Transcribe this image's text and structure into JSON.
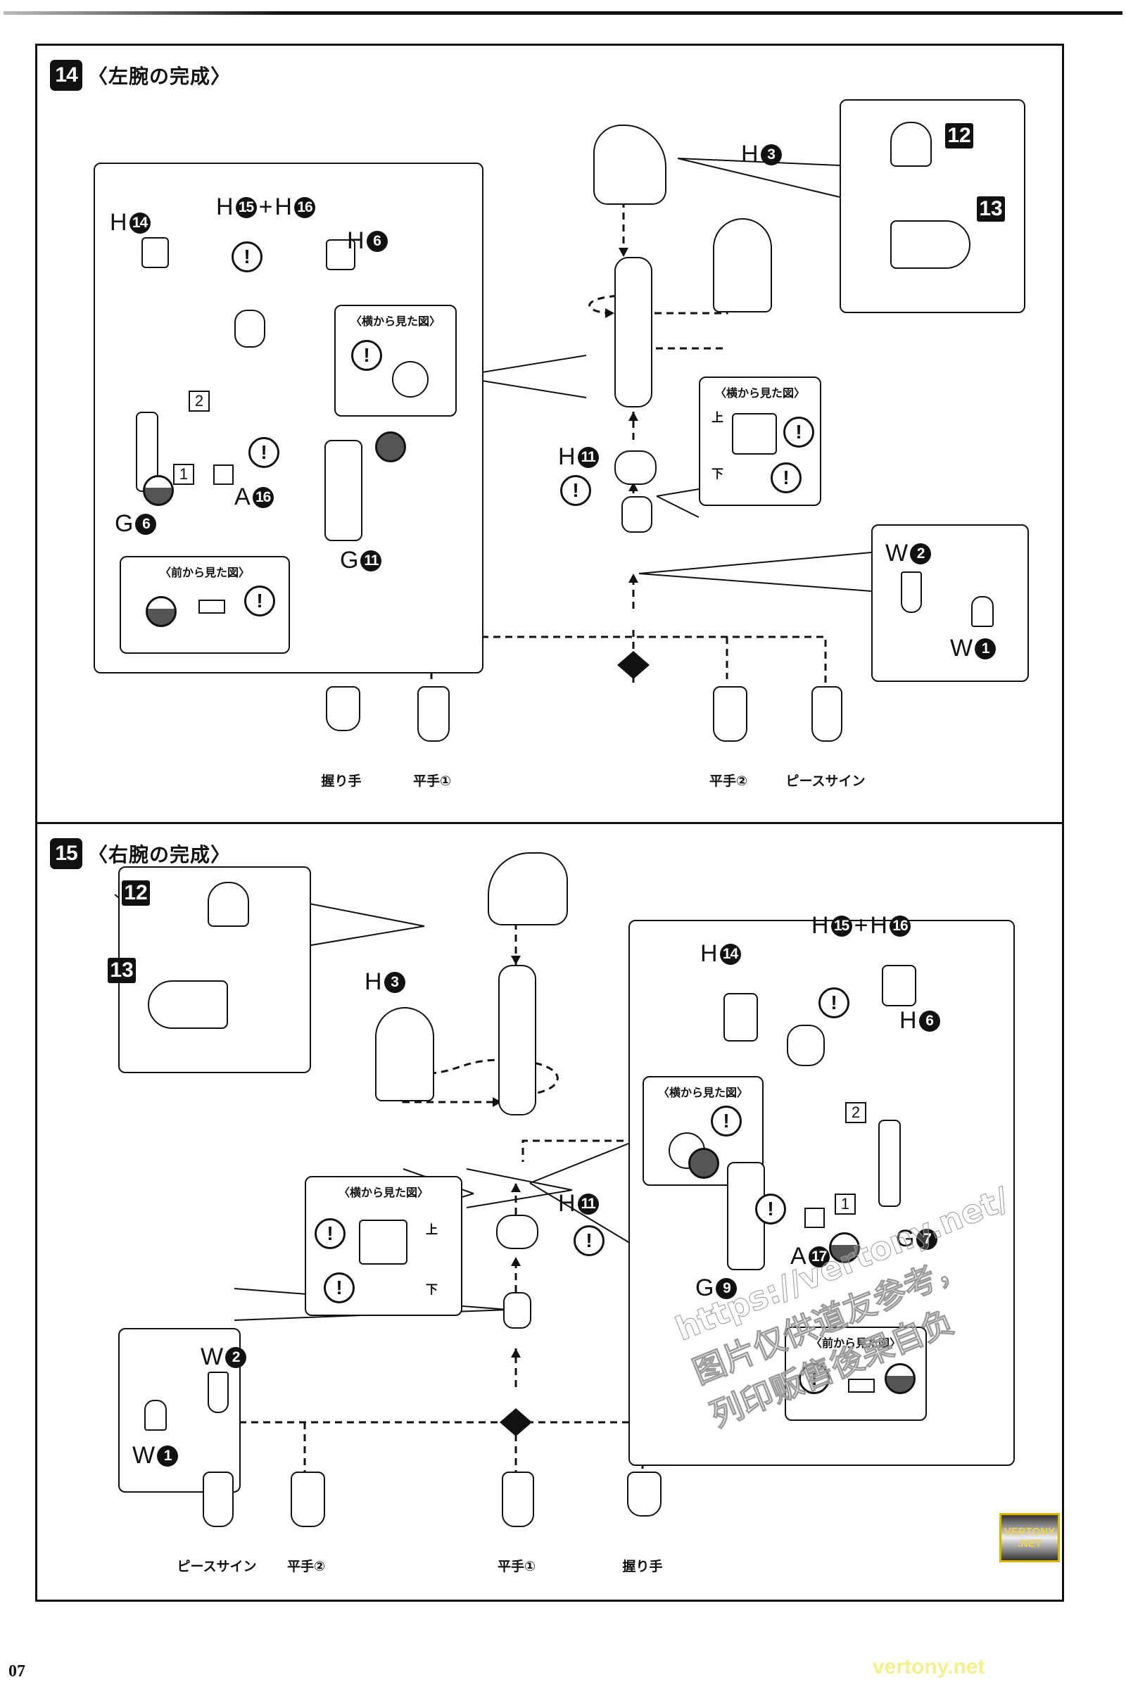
{
  "page_number": "07",
  "steps": [
    {
      "number": "14",
      "title": "〈左腕の完成〉",
      "detail_box_title": "〈横から見た図〉",
      "cuff_box_title": "〈横から見た図〉",
      "front_box_title": "〈前から見た図〉",
      "side_top": "上",
      "side_bottom": "下",
      "labels": {
        "h15_h16": {
          "p1": "H",
          "n1": "15",
          "plus": "+",
          "p2": "H",
          "n2": "16"
        },
        "h14": {
          "p": "H",
          "n": "14"
        },
        "h6": {
          "p": "H",
          "n": "6"
        },
        "h3": {
          "p": "H",
          "n": "3"
        },
        "h11": {
          "p": "H",
          "n": "11"
        },
        "g6": {
          "p": "G",
          "n": "6"
        },
        "g11": {
          "p": "G",
          "n": "11"
        },
        "a16": {
          "p": "A",
          "n": "16"
        },
        "w2": {
          "p": "W",
          "n": "2"
        },
        "w1": {
          "p": "W",
          "n": "1"
        },
        "part12": "12",
        "part13": "13",
        "seq1": "1",
        "seq2": "2"
      },
      "hands": [
        "握り手",
        "平手①",
        "平手②",
        "ピースサイン"
      ]
    },
    {
      "number": "15",
      "title": "〈右腕の完成〉",
      "detail_box_title": "〈横から見た図〉",
      "cuff_box_title": "〈横から見た図〉",
      "front_box_title": "〈前から見た図〉",
      "side_top": "上",
      "side_bottom": "下",
      "labels": {
        "h15_h16": {
          "p1": "H",
          "n1": "15",
          "plus": "+",
          "p2": "H",
          "n2": "16"
        },
        "h14": {
          "p": "H",
          "n": "14"
        },
        "h6": {
          "p": "H",
          "n": "6"
        },
        "h3": {
          "p": "H",
          "n": "3"
        },
        "h11": {
          "p": "H",
          "n": "11"
        },
        "g7": {
          "p": "G",
          "n": "7"
        },
        "g9": {
          "p": "G",
          "n": "9"
        },
        "a17": {
          "p": "A",
          "n": "17"
        },
        "w2": {
          "p": "W",
          "n": "2"
        },
        "w1": {
          "p": "W",
          "n": "1"
        },
        "part12": "12",
        "part13": "13",
        "seq1": "1",
        "seq2": "2"
      },
      "hands": [
        "ピースサイン",
        "平手②",
        "平手①",
        "握り手"
      ]
    }
  ],
  "warning_glyph": "!",
  "watermark": {
    "url": "https://vertony.net/",
    "line1": "图片仅供道友参考，",
    "line2": "列印贩售後果自负",
    "badge_line1": "VERTONY",
    "badge_line2": ".NET",
    "footer_url": "vertony.net"
  }
}
